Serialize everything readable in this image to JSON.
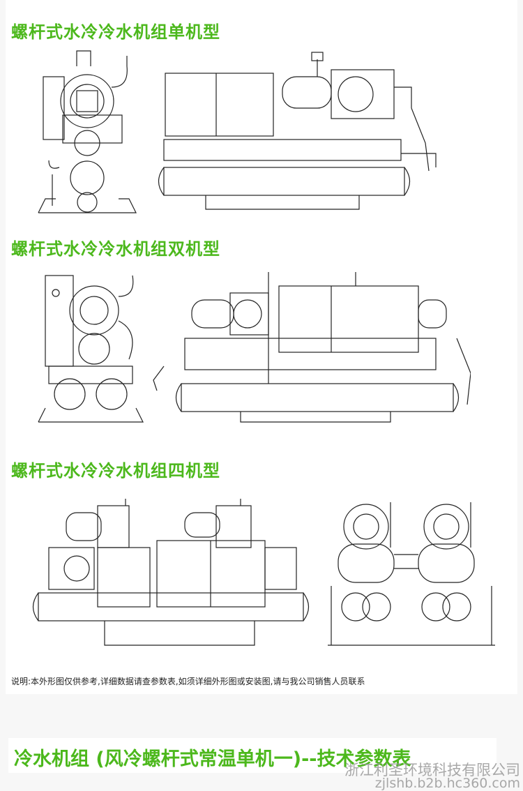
{
  "sections": [
    {
      "title": "螺杆式水冷冷水机组单机型"
    },
    {
      "title": "螺杆式水冷冷水机组双机型"
    },
    {
      "title": "螺杆式水冷冷水机组四机型"
    }
  ],
  "note": "说明:本外形图仅供参考,详细数据请查参数表,如须详细外形图或安装图,请与我公司销售人员联系",
  "table_title": "冷水机组 (风冷螺杆式常温单机一)--技术参数表",
  "watermark": {
    "company": "浙江利圣环境科技有限公司",
    "url": "zjlshb.b2b.hc360.com"
  },
  "colors": {
    "accent": "#4cb81c"
  }
}
